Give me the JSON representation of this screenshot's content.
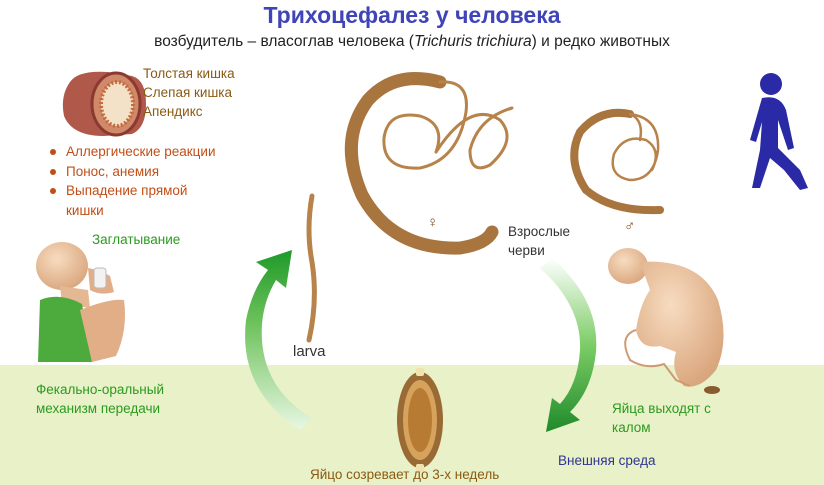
{
  "title": "Трихоцефалез у человека",
  "subtitle": {
    "prefix": "возбудитель – власоглав человека (",
    "latin": "Trichuris trichiura",
    "suffix": ") и редко животных"
  },
  "organs": [
    "Толстая кишка",
    "Слепая кишка",
    "Апендикс"
  ],
  "symptoms": [
    "Аллергические реакции",
    "Понос, анемия",
    "Выпадение прямой",
    "кишки"
  ],
  "labels": {
    "swallowing": "Заглатывание",
    "fecal_oral_1": "Фекально-оральный",
    "fecal_oral_2": "механизм передачи",
    "larva": "larva",
    "adult_1": "Взрослые",
    "adult_2": "черви",
    "female": "♀",
    "male": "♂",
    "eggs_out_1": "Яйца выходят с",
    "eggs_out_2": "калом",
    "environment": "Внешняя среда",
    "egg_matures": "Яйцо созревает до 3-х недель"
  },
  "colors": {
    "title": "#3f44b8",
    "ground": "#e9f1c9",
    "worm": "#b7834a",
    "arrow_green": "#1f9a2a",
    "human_icon": "#2a2aa6"
  }
}
